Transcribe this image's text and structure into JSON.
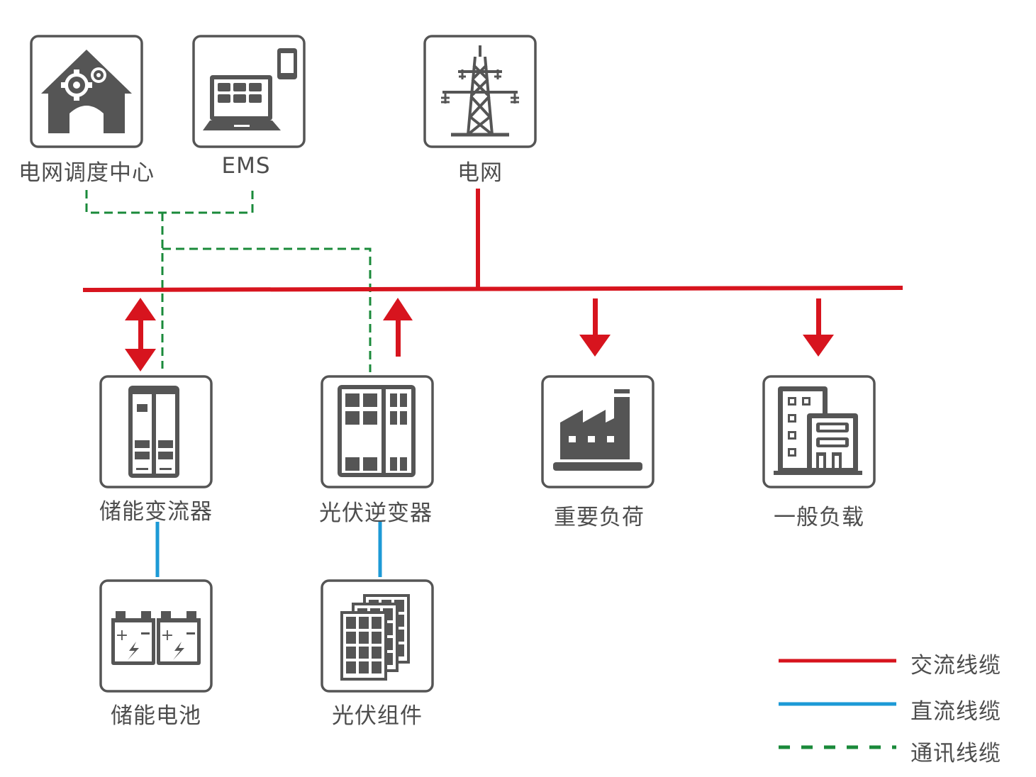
{
  "nodes": {
    "dispatch_center": {
      "label": "电网调度中心",
      "icon": "house-gears-icon"
    },
    "ems": {
      "label": "EMS",
      "icon": "laptop-phone-icon"
    },
    "grid": {
      "label": "电网",
      "icon": "transmission-tower-icon"
    },
    "pcs": {
      "label": "储能变流器",
      "icon": "cabinet-icon"
    },
    "pv_inverter": {
      "label": "光伏逆变器",
      "icon": "inverter-cabinet-icon"
    },
    "critical_load": {
      "label": "重要负荷",
      "icon": "factory-icon"
    },
    "general_load": {
      "label": "一般负载",
      "icon": "building-icon"
    },
    "battery": {
      "label": "储能电池",
      "icon": "battery-icon"
    },
    "pv_modules": {
      "label": "光伏组件",
      "icon": "solar-panel-icon"
    }
  },
  "legend": {
    "ac": {
      "label": "交流线缆",
      "color": "#d7141e"
    },
    "dc": {
      "label": "直流线缆",
      "color": "#1d9ad6"
    },
    "comm": {
      "label": "通讯线缆",
      "color": "#1a8a3a"
    }
  },
  "colors": {
    "icon_gray": "#555555",
    "box_border": "#555555"
  }
}
